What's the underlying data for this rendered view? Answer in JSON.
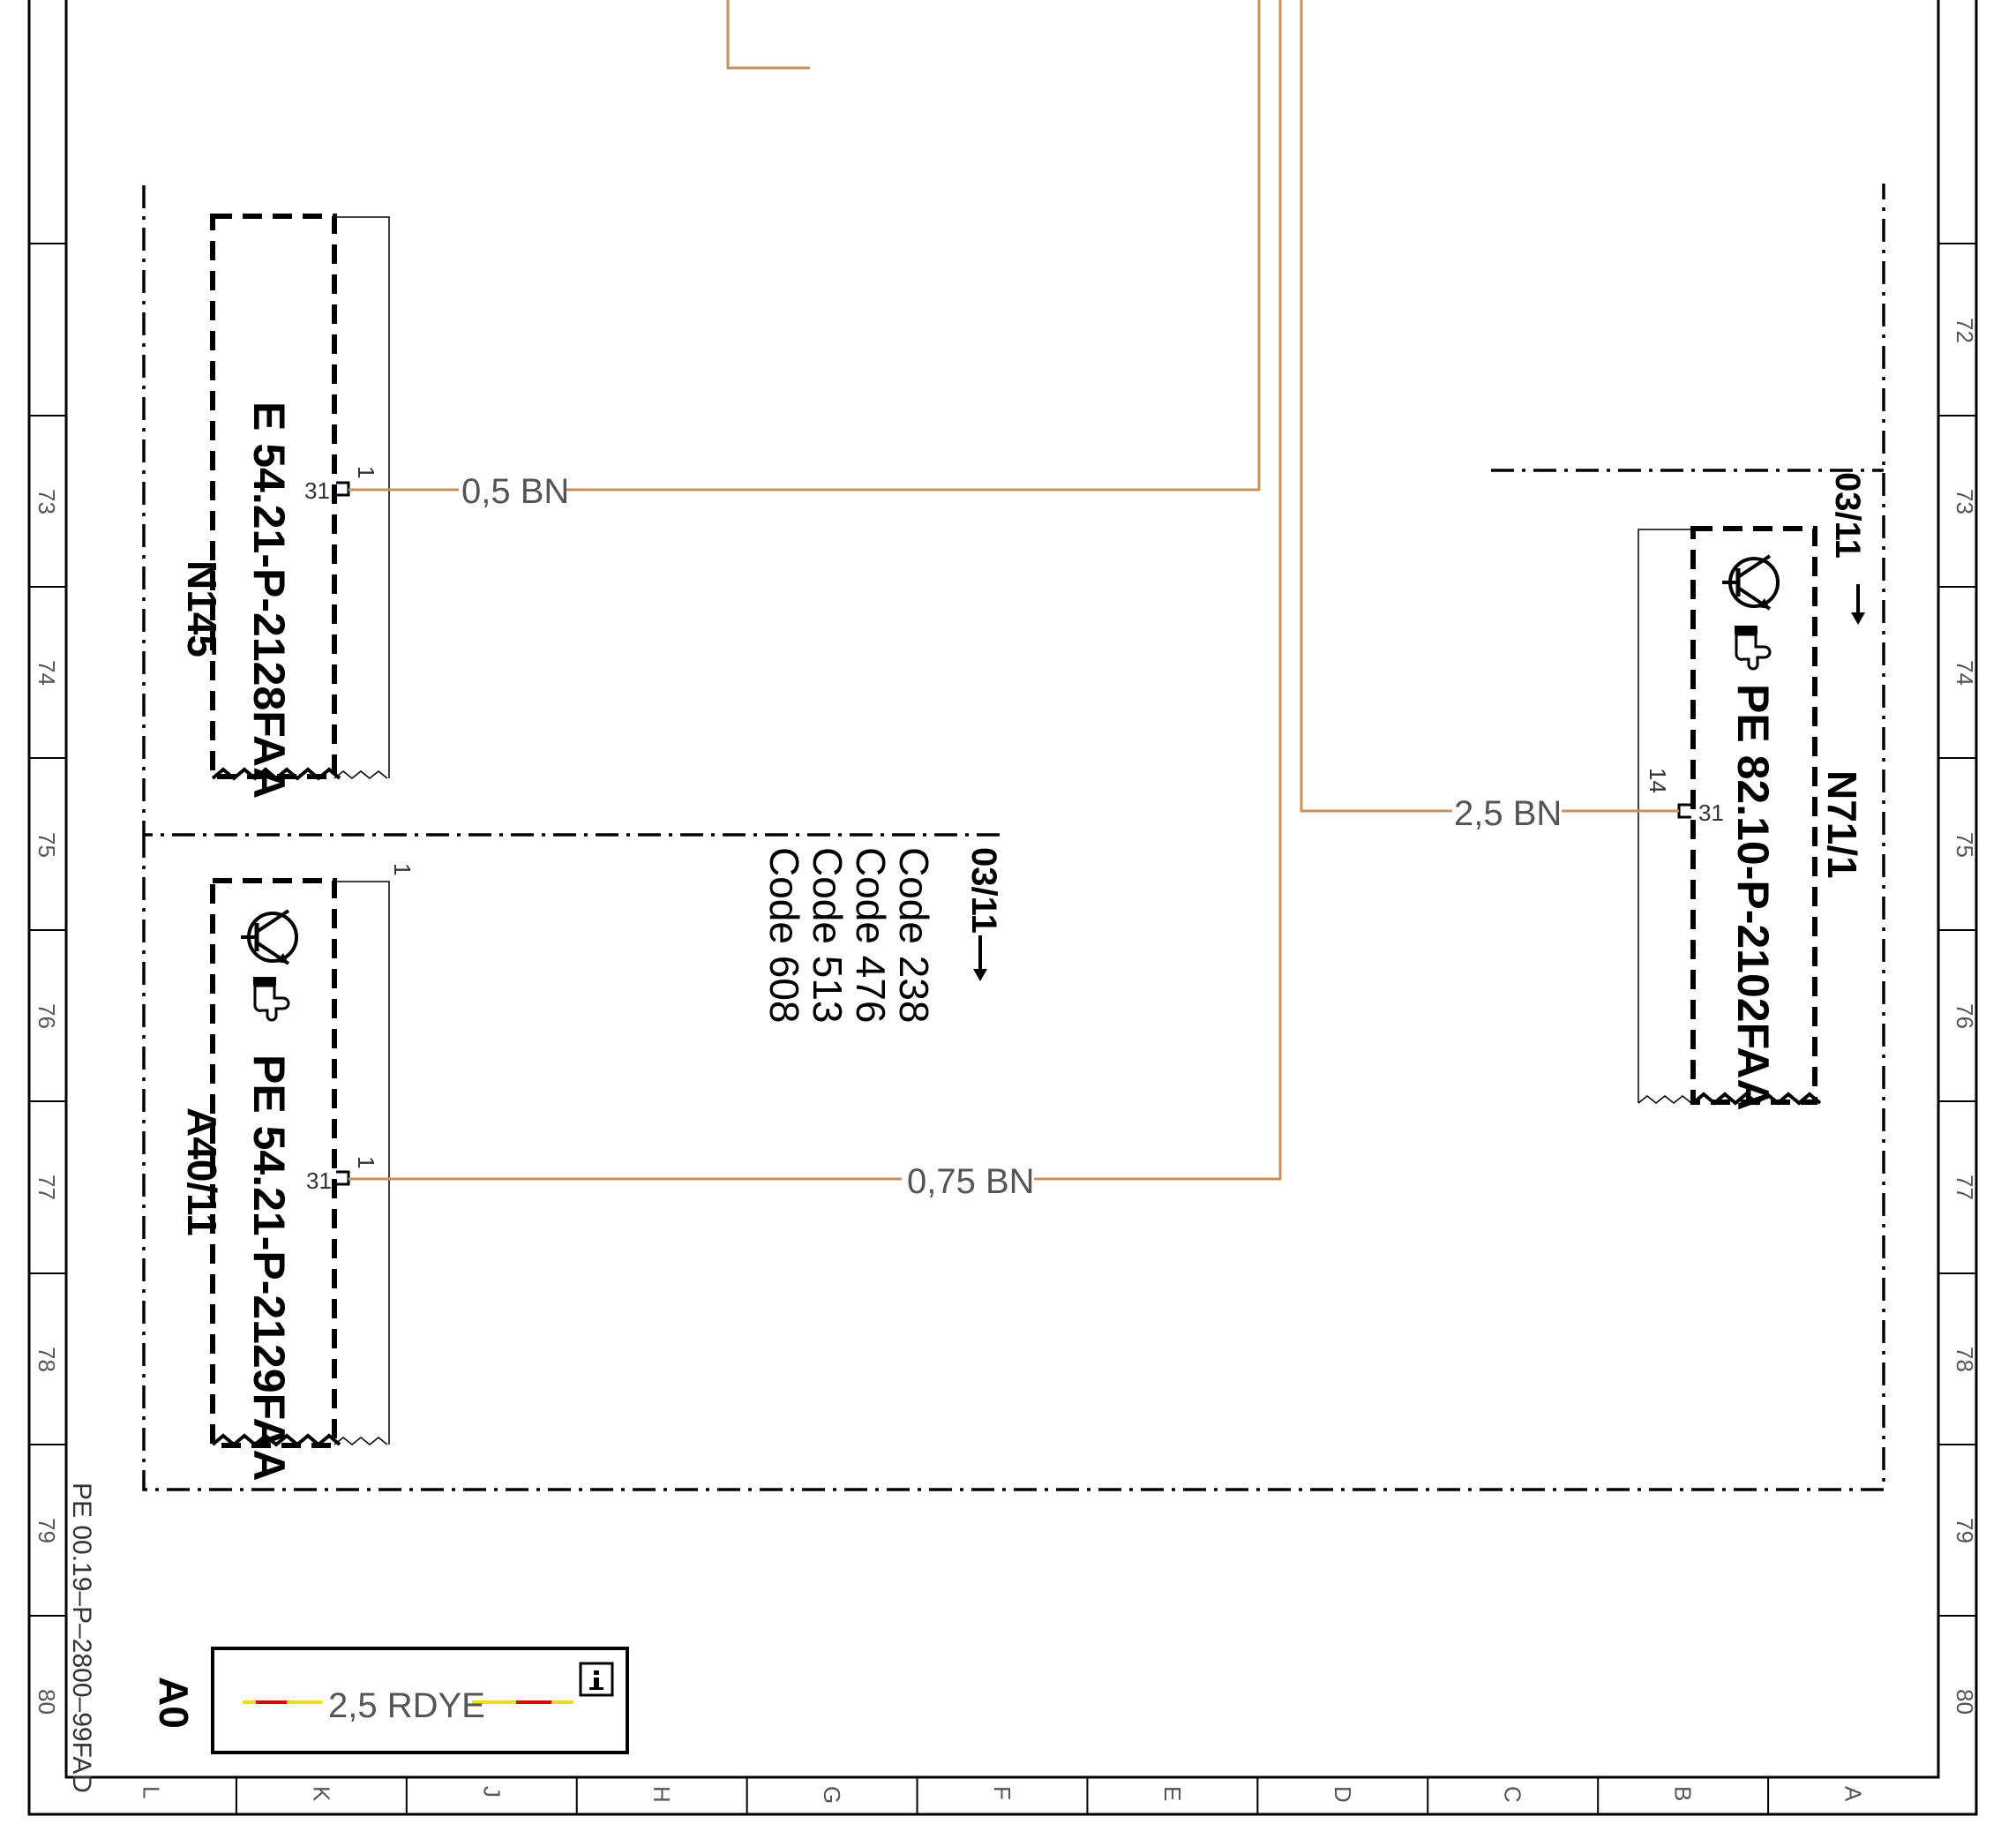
{
  "components": {
    "n145": {
      "designation": "N145",
      "page_ref": "E 54.21-P-2128FAA",
      "pin": "31",
      "pin_top": "1"
    },
    "a40_11": {
      "designation": "A40/11",
      "page_ref": "PE 54.21-P-2129FAA",
      "pin": "31",
      "pin_top": "1",
      "top_mark": "1"
    },
    "n71_1": {
      "designation": "N71/1",
      "page_ref": "PE 82.10-P-2102FAA",
      "pin": "31",
      "pin_top": "14"
    }
  },
  "wires": {
    "w1": "0,5 BN",
    "w2": "0,75 BN",
    "w3": "2,5 BN",
    "legend": "2,5 RDYE"
  },
  "refs": {
    "code_ref": "03/11",
    "codes": [
      "Code 238",
      "Code 476",
      "Code 513",
      "Code 608"
    ],
    "n71_ref": "03/11"
  },
  "legend": {
    "label": "A0",
    "info_icon": "info-icon"
  },
  "doc_id": "PE 00.19–P–2800–99FAD",
  "grid": {
    "rows": [
      "72",
      "73",
      "74",
      "75",
      "76",
      "77",
      "78",
      "79",
      "80"
    ],
    "cols": [
      "L",
      "K",
      "J",
      "H",
      "G",
      "F",
      "E",
      "D",
      "C",
      "B",
      "A"
    ]
  },
  "colors": {
    "wire_brown": "#c8905a",
    "wire_red": "#e00000",
    "wire_yellow": "#f0e000"
  },
  "icons": [
    "transistor-icon",
    "hand-pointer-icon",
    "info-icon"
  ]
}
